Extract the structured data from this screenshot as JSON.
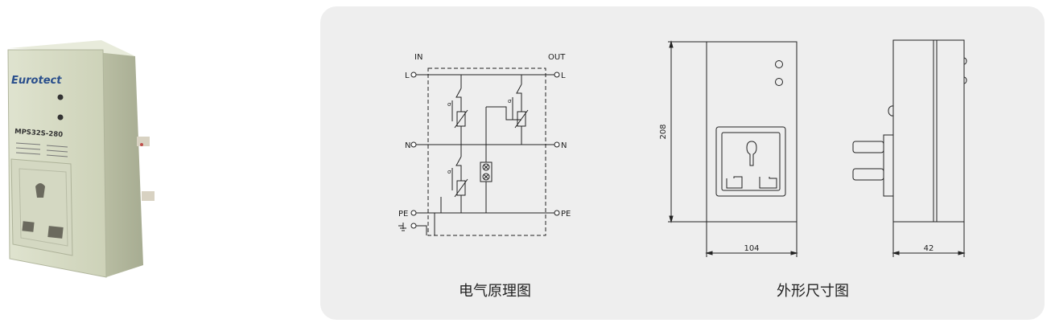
{
  "product": {
    "brand": "Eurotect",
    "model": "MPS32S-280"
  },
  "schematic": {
    "in_label": "IN",
    "out_label": "OUT",
    "l_in": "L",
    "l_out": "L",
    "n_in": "N",
    "n_out": "N",
    "pe_in": "PE",
    "pe_out": "PE",
    "caption": "电气原理图"
  },
  "dimensions": {
    "height": "208",
    "width": "104",
    "depth": "42",
    "caption": "外形尺寸图"
  }
}
